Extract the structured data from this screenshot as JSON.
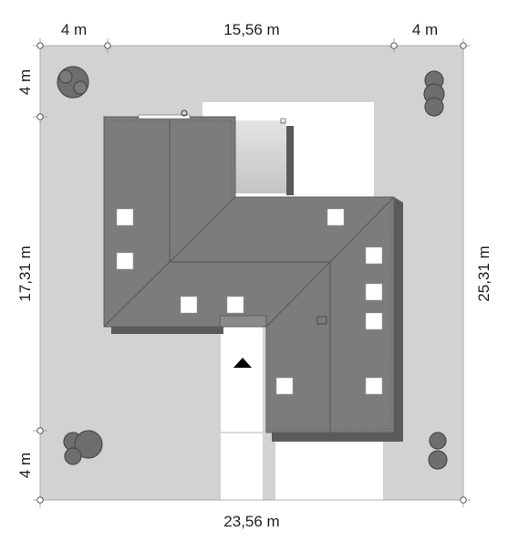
{
  "dimensions": {
    "top_left": "4 m",
    "top_center": "15,56 m",
    "top_right": "4 m",
    "left_top": "4 m",
    "left_middle": "17,31 m",
    "left_bottom": "4 m",
    "right": "25,31 m",
    "bottom": "23,56 m"
  },
  "colors": {
    "plot": "#d2d2d2",
    "driveway": "#ffffff",
    "roof": "#7c7c7c",
    "roof_edge": "#5e5e5e",
    "shadow": "#5a5a5a",
    "skylight": "#ffffff",
    "tree": "#6e6e6e",
    "tree_outline": "#4a4a4a",
    "dim_line": "#9a9a9a"
  },
  "icons": {
    "entrance": "entrance-arrow-icon",
    "trees": "tree-icon"
  }
}
